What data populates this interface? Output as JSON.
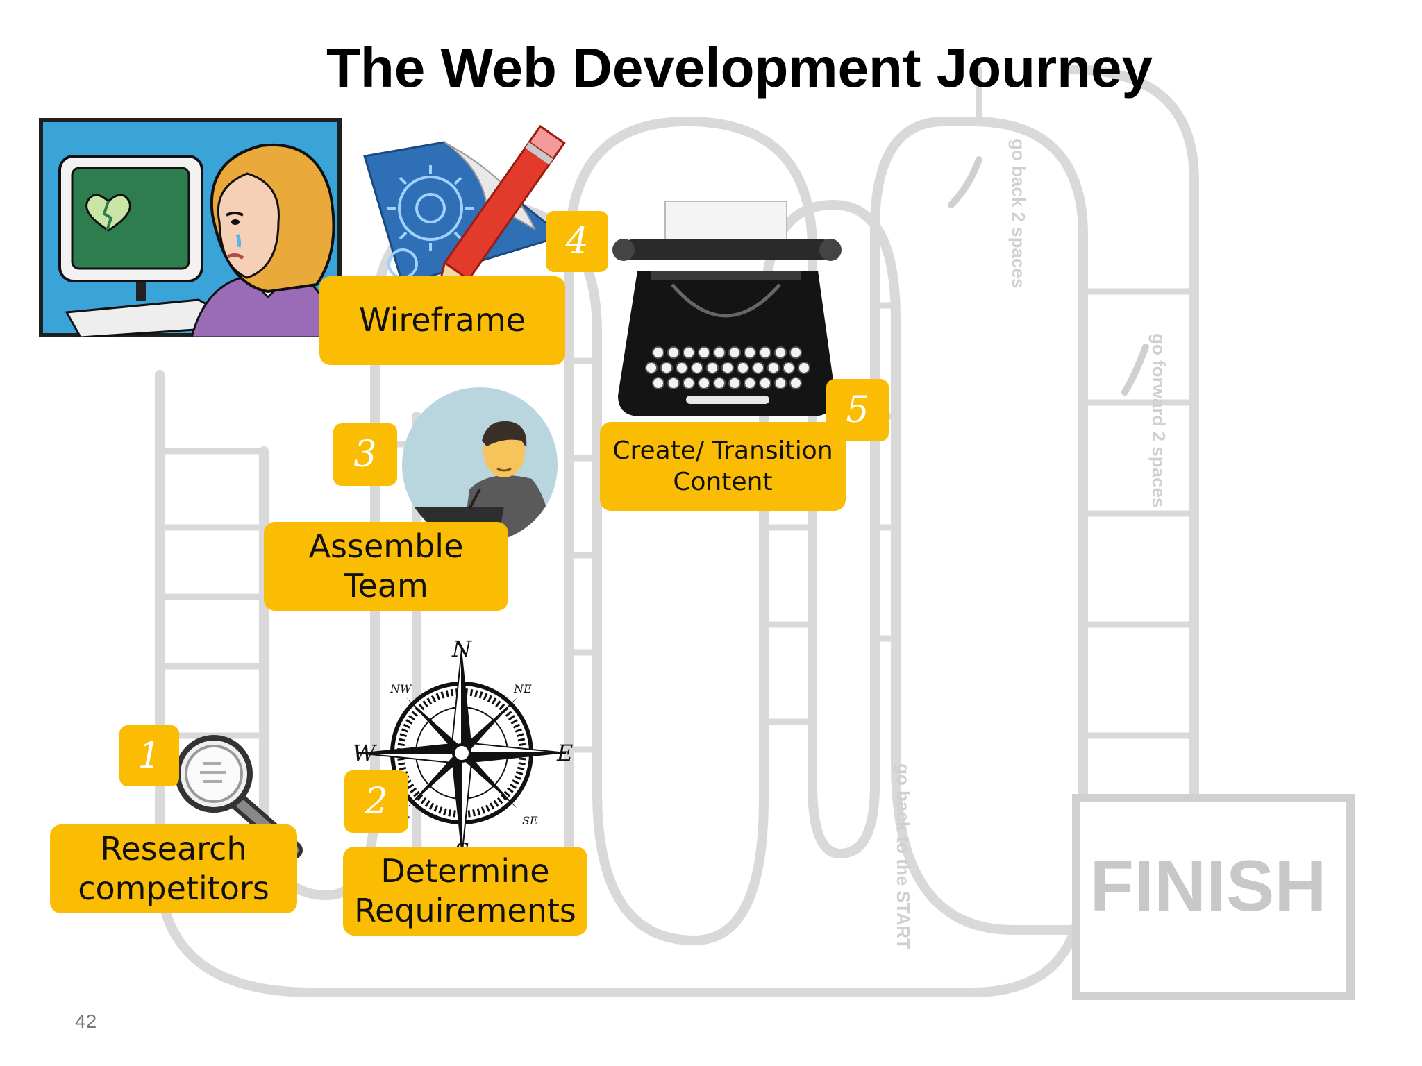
{
  "slide": {
    "title": "The Web Development Journey",
    "page_number": "42"
  },
  "board": {
    "finish_label": "FINISH",
    "space_texts": [
      "go back 2 spaces",
      "go forward 2 spaces",
      "go back to the START"
    ]
  },
  "steps": [
    {
      "number": "1",
      "label_lines": [
        "Research",
        "competitors"
      ]
    },
    {
      "number": "2",
      "label_lines": [
        "Determine",
        "Requirements"
      ]
    },
    {
      "number": "3",
      "label_lines": [
        "Assemble",
        "Team"
      ]
    },
    {
      "number": "4",
      "label_lines": [
        "Wireframe"
      ]
    },
    {
      "number": "5",
      "label_lines": [
        "Create/ Transition",
        "Content"
      ]
    }
  ],
  "compass": {
    "n": "N",
    "s": "S",
    "e": "E",
    "w": "W",
    "ne": "NE",
    "nw": "NW",
    "se": "SE",
    "sw": "SW"
  },
  "colors": {
    "accent": "#FBBC04",
    "board_line": "#d6d6d6",
    "title": "#000000"
  }
}
